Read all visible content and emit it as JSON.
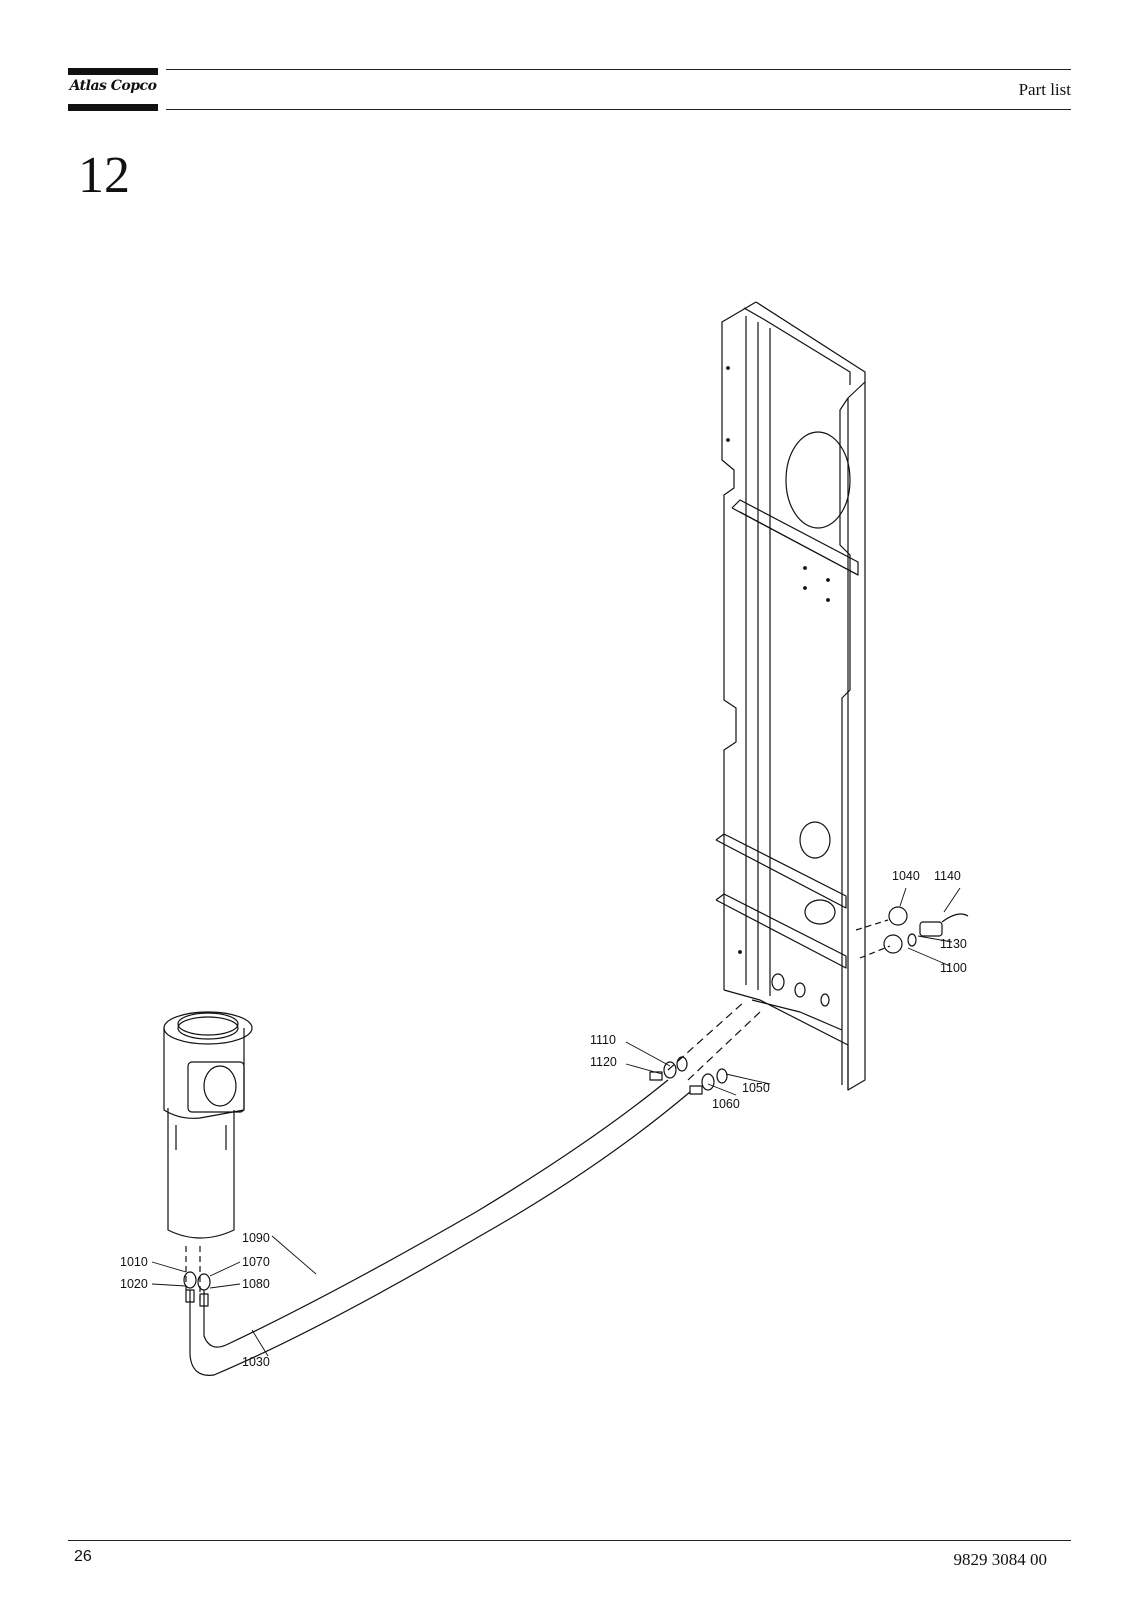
{
  "header": {
    "logo_text": "Atlas Copco",
    "title": "Part list"
  },
  "section": {
    "number": "12"
  },
  "diagram": {
    "callouts": [
      "1010",
      "1020",
      "1030",
      "1040",
      "1050",
      "1060",
      "1070",
      "1080",
      "1090",
      "1100",
      "1110",
      "1120",
      "1130",
      "1140"
    ]
  },
  "footer": {
    "page_number": "26",
    "doc_number": "9829 3084 00"
  }
}
